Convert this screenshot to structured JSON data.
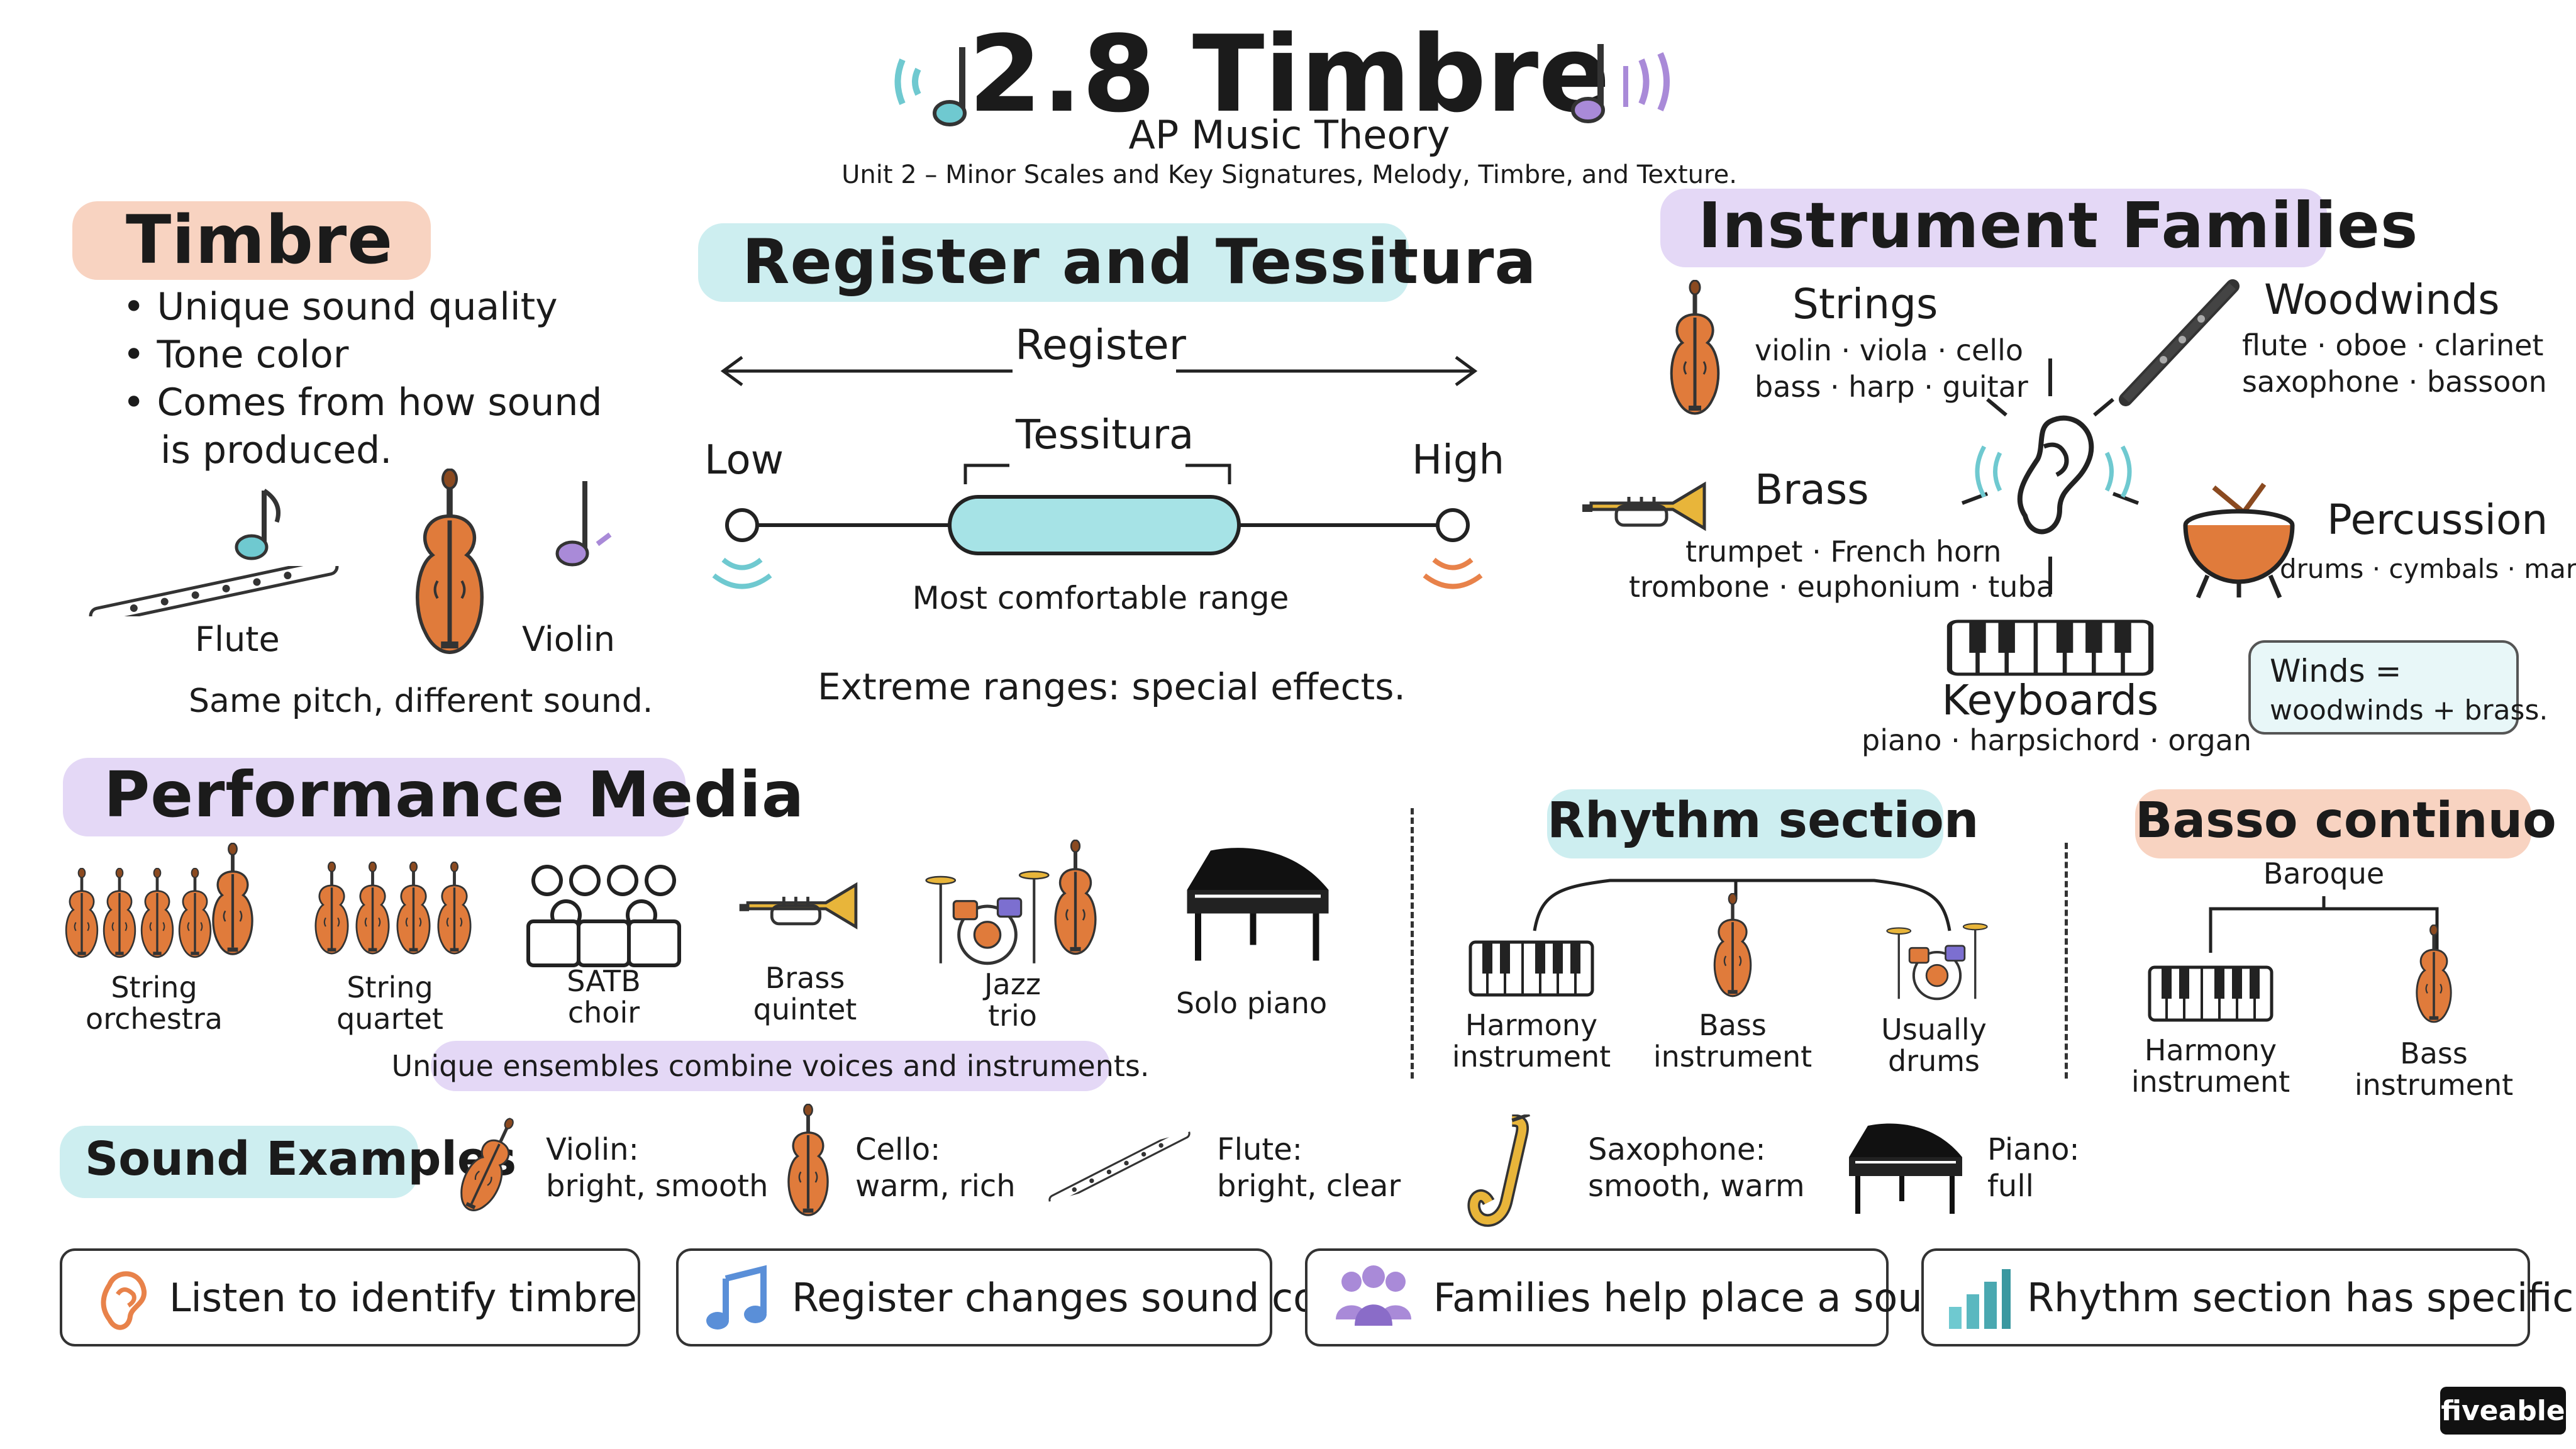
{
  "header": {
    "title": "2.8 Timbre",
    "subtitle": "AP Music Theory",
    "unit_line": "Unit 2 – Minor Scales and Key Signatures, Melody, Timbre, and Texture."
  },
  "timbre": {
    "title": "Timbre",
    "bullets": [
      "Unique sound quality",
      "Tone color",
      "Comes from how sound",
      "is produced."
    ],
    "flute_label": "Flute",
    "violin_label": "Violin",
    "caption": "Same pitch, different sound."
  },
  "register": {
    "title": "Register and Tessitura",
    "register_label": "Register",
    "tessitura_label": "Tessitura",
    "low_label": "Low",
    "high_label": "High",
    "comfortable": "Most comfortable range",
    "extreme": "Extreme ranges: special effects."
  },
  "families": {
    "title": "Instrument Families",
    "strings": {
      "name": "Strings",
      "line1": "violin · viola · cello",
      "line2": "bass · harp · guitar"
    },
    "woodwinds": {
      "name": "Woodwinds",
      "line1": "flute · oboe · clarinet",
      "line2": "saxophone · bassoon"
    },
    "brass": {
      "name": "Brass",
      "line1": "trumpet · French horn",
      "line2": "trombone · euphonium · tuba"
    },
    "percussion": {
      "name": "Percussion",
      "line1": "drums · cymbals · marimba"
    },
    "keyboards": {
      "name": "Keyboards",
      "line1": "piano · harpsichord · organ"
    },
    "winds_note": {
      "line1": "Winds =",
      "line2": "woodwinds + brass."
    }
  },
  "performance": {
    "title": "Performance Media",
    "items": [
      {
        "l1": "String",
        "l2": "orchestra"
      },
      {
        "l1": "String",
        "l2": "quartet"
      },
      {
        "l1": "SATB",
        "l2": "choir"
      },
      {
        "l1": "Brass",
        "l2": "quintet"
      },
      {
        "l1": "Jazz",
        "l2": "trio"
      },
      {
        "l1": "Solo piano",
        "l2": ""
      }
    ],
    "pill": "Unique ensembles combine voices and instruments."
  },
  "rhythm": {
    "title": "Rhythm section",
    "items": [
      {
        "l1": "Harmony",
        "l2": "instrument"
      },
      {
        "l1": "Bass",
        "l2": "instrument"
      },
      {
        "l1": "Usually",
        "l2": "drums"
      }
    ]
  },
  "basso": {
    "title": "Basso continuo",
    "sub": "Baroque",
    "items": [
      {
        "l1": "Harmony",
        "l2": "instrument"
      },
      {
        "l1": "Bass",
        "l2": "instrument"
      }
    ]
  },
  "examples": {
    "title": "Sound Examples",
    "items": [
      {
        "l1": "Violin:",
        "l2": "bright, smooth"
      },
      {
        "l1": "Cello:",
        "l2": "warm, rich"
      },
      {
        "l1": "Flute:",
        "l2": "bright, clear"
      },
      {
        "l1": "Saxophone:",
        "l2": "smooth, warm"
      },
      {
        "l1": "Piano:",
        "l2": "full"
      }
    ]
  },
  "cards": [
    {
      "text": "Listen to identify timbre",
      "icon": "ear-icon"
    },
    {
      "text": "Register changes sound color",
      "icon": "music-note-icon"
    },
    {
      "text": "Families help place a sound",
      "icon": "group-icon"
    },
    {
      "text": "Rhythm section has specific roles",
      "icon": "bar-chart-icon"
    }
  ],
  "brand": "fiveable",
  "colors": {
    "orange": "#e8824a",
    "teal": "#6fc9d0",
    "purple": "#a98ad8",
    "wood": "#e07b3b",
    "brass": "#e8b53a"
  }
}
